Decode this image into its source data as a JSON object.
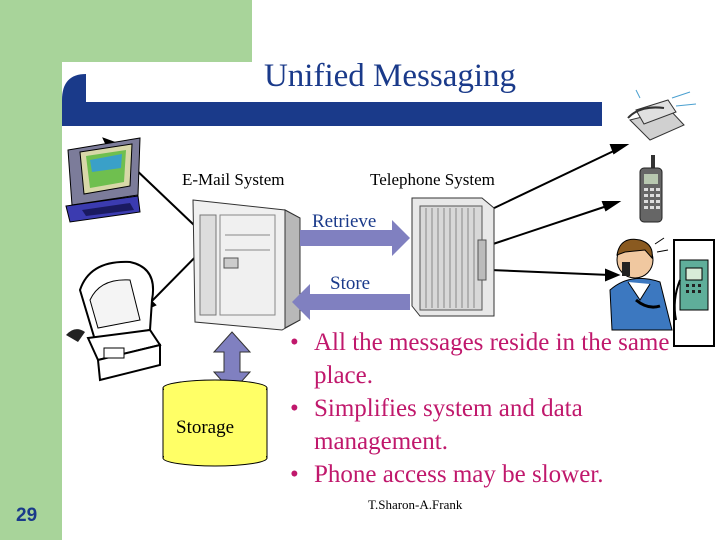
{
  "slide": {
    "title": "Unified Messaging",
    "number": "29",
    "footer": "T.Sharon-A.Frank"
  },
  "diagram": {
    "email_system": "E-Mail System",
    "telephone_system": "Telephone System",
    "retrieve": "Retrieve",
    "store": "Store",
    "storage": "Storage"
  },
  "bullets": [
    "All the messages reside in the same place.",
    "Simplifies system and data management.",
    "Phone access may be slower."
  ],
  "colors": {
    "title": "#1a3a8a",
    "bullets": "#c0186c",
    "storage_fill": "#ffff66",
    "arrow_fill": "#8080c0"
  },
  "icons": [
    "computer-icon",
    "server-icon",
    "pbx-icon",
    "storage-cylinder-icon",
    "fax-icon",
    "mobile-phone-icon",
    "person-on-phone-icon",
    "payphone-icon",
    "terminal-icon"
  ]
}
